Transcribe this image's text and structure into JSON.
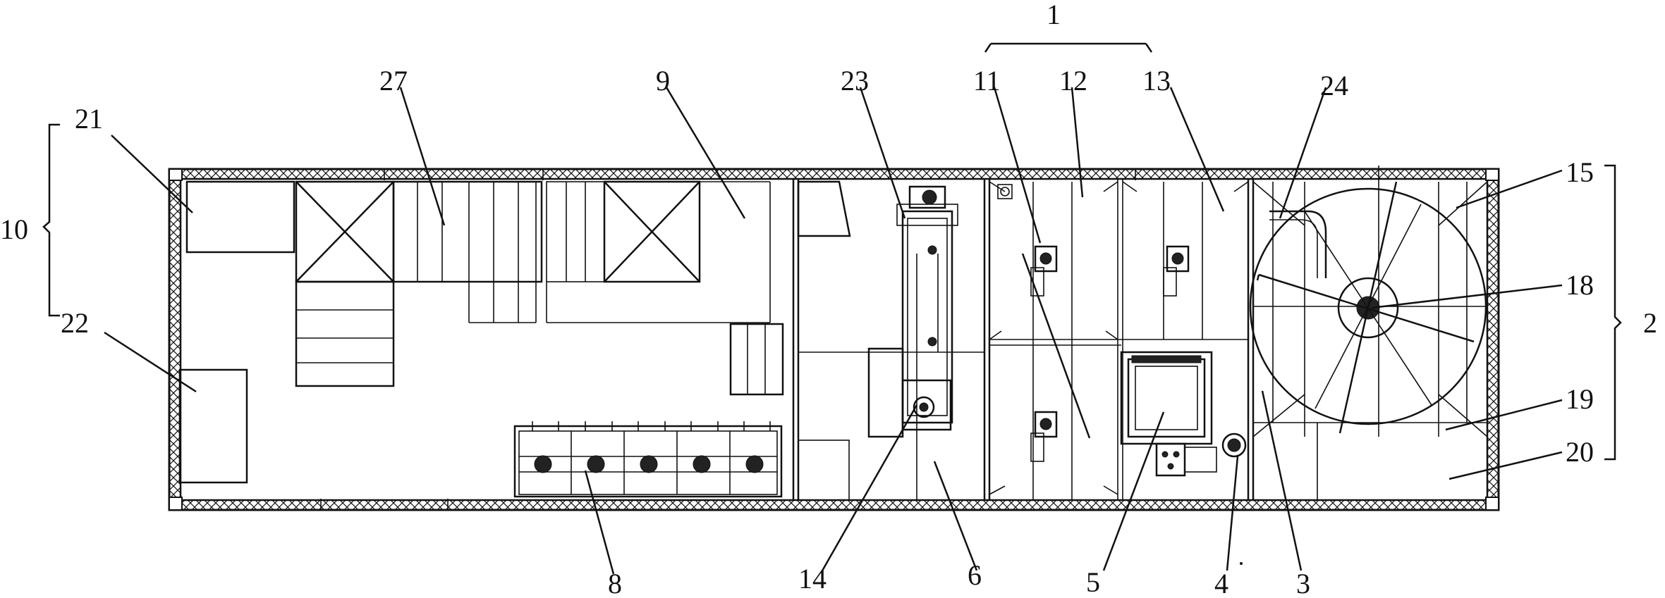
{
  "labels": {
    "l1": "1",
    "l2": "2",
    "l3": "3",
    "l4": "4",
    "l5": "5",
    "l6": "6",
    "l8": "8",
    "l9": "9",
    "l10": "10",
    "l11": "11",
    "l12": "12",
    "l13": "13",
    "l14": "14",
    "l15": "15",
    "l18": "18",
    "l19": "19",
    "l20": "20",
    "l21": "21",
    "l22": "22",
    "l23": "23",
    "l24": "24",
    "l27": "27"
  }
}
